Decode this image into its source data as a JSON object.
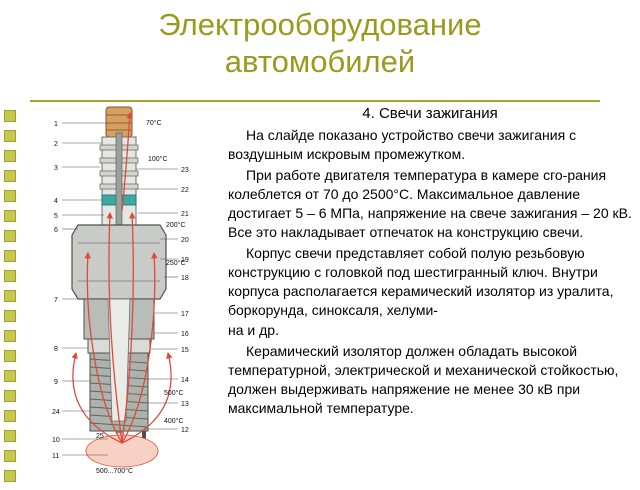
{
  "slide": {
    "title_line1": "Электрооборудование",
    "title_line2": "автомобилей"
  },
  "section": {
    "heading": "4. Свечи зажигания",
    "p1": "На слайде показано устройство свечи зажигания с воздушным искровым промежутком.",
    "p2": "При работе двигателя температура в камере сго-рания колеблется от 70 до 2500°С. Максимальное давление достигает 5 – 6 МПа, напряжение на свече зажигания – 20 кВ. Все это накладывает отпечаток на конструкцию свечи.",
    "p3": "Корпус свечи представляет собой полую резьбовую конструкцию с головкой под шестигранный ключ. Внутри корпуса располагается керамический изолятор из уралита, боркорунда, синоксаля, хелуми-",
    "p3_end": "на и др.",
    "p4": "Керамический изолятор должен обладать высокой температурной, электрической и механической стойкостью, должен выдерживать напряжение не менее 30 кВ при максимальной температуре."
  },
  "figure": {
    "temps": {
      "top": "70°C",
      "t100": "100°C",
      "t200": "200°C",
      "t250": "250°C",
      "t500": "500°C",
      "t400": "400°C",
      "t25": "25",
      "bottom": "500...700°C"
    },
    "left_numbers": [
      "1",
      "2",
      "3",
      "4",
      "5",
      "6",
      "7",
      "8",
      "9",
      "24",
      "10",
      "11"
    ],
    "right_numbers": [
      "23",
      "22",
      "21",
      "20",
      "19",
      "18",
      "17",
      "16",
      "15",
      "14",
      "13",
      "12"
    ],
    "colors": {
      "title": "#9a9a1e",
      "terminal": "#d8a060",
      "steel": "#c8cbc6",
      "insulator_band": "#3ea8a6",
      "heat_arrow": "#e04a3a"
    }
  }
}
